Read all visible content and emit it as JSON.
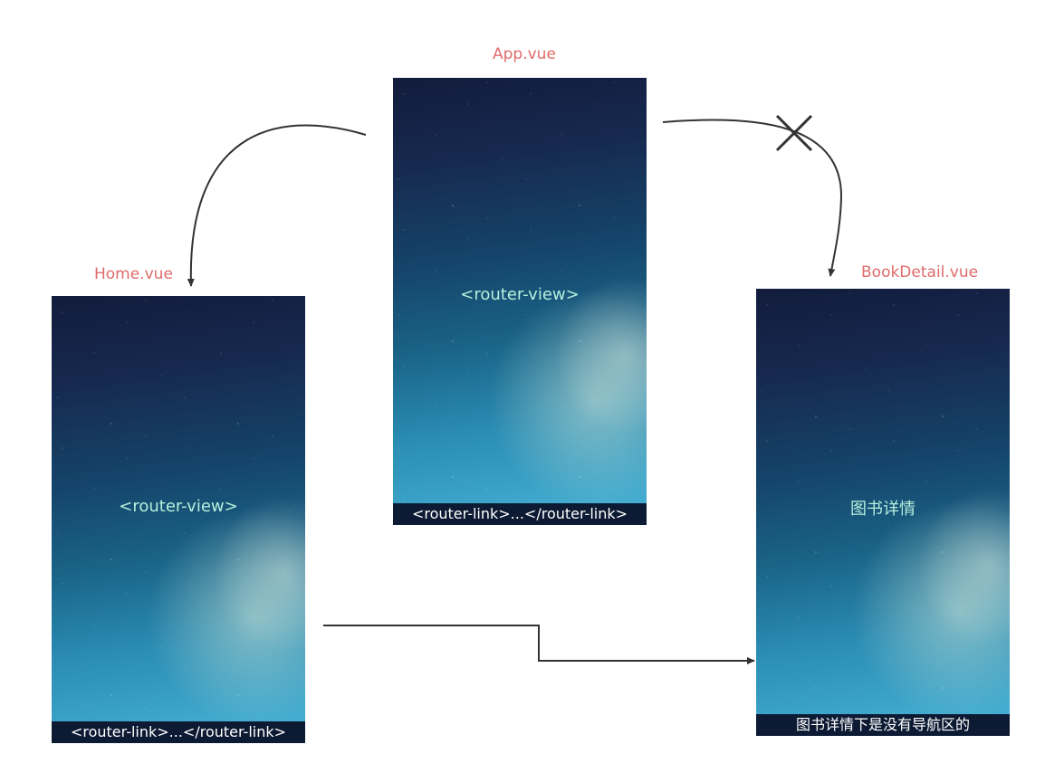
{
  "app": {
    "title": "App.vue",
    "center_text": "<router-view>",
    "bottom_bar": "<router-link>...</router-link>"
  },
  "home": {
    "title": "Home.vue",
    "center_text": "<router-view>",
    "bottom_bar": "<router-link>...</router-link>"
  },
  "book_detail": {
    "title": "BookDetail.vue",
    "center_text": "图书详情",
    "bottom_bar": "图书详情下是没有导航区的"
  },
  "colors": {
    "label": "#e06b6b",
    "arrow": "#333333",
    "center_text": "#b5f0dc",
    "bar": "#0c1a33"
  }
}
